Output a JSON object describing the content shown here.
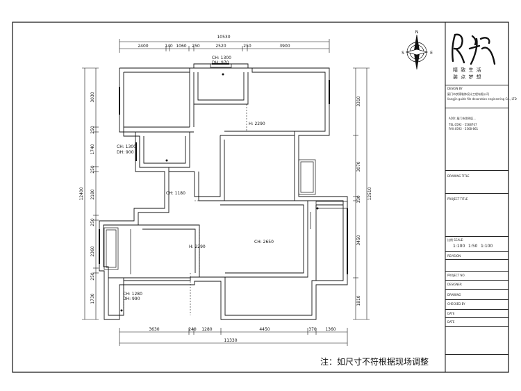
{
  "dimensions": {
    "top_total": "10530",
    "top_segments": [
      "2400",
      "140",
      "1060",
      "250",
      "2520",
      "250",
      "3900"
    ],
    "bottom_segments": [
      "3630",
      "240",
      "1280",
      "4450",
      "370",
      "1360"
    ],
    "bottom_total": "11330",
    "left_total": "12400",
    "left_segments": [
      "3030",
      "250",
      "1740",
      "250",
      "2180",
      "250",
      "2360",
      "250",
      "1730"
    ],
    "right_total": "12510",
    "right_segments": [
      "3310",
      "3070",
      "130",
      "3450",
      "1810"
    ]
  },
  "plan_labels": {
    "ch1": "CH: 1300",
    "dh1": "DH: 970",
    "ch2": "CH: 1300",
    "dh2": "DH: 900",
    "ch3": "CH: 1280",
    "dh3": "DH: 990",
    "ch_living": "CH: 2650",
    "corridor": "CH: 1180",
    "dim_2290a": "H: 2290",
    "dim_2290b": "H: 2290"
  },
  "compass": {
    "n": "N",
    "s": "S",
    "e": "E"
  },
  "title_block": {
    "motto": [
      "精 致 生 活",
      "装 点 梦 想"
    ],
    "design_label": "DESIGN BY",
    "company_cn": "厦门市良锦装饰设计工程有限公司",
    "company_en": "liangjin guide file decoration engineering Co., LTD",
    "address": "ADD: 厦门市思明区...",
    "tel": "TEL:0592 - 5568707",
    "fax": "FAX:0592 - 5568-861",
    "drawing_label": "DRAWING TITLE",
    "project_label": "PROJECT TITLE",
    "scale_row": "比例 SCALE:",
    "scale_values": [
      "1:100",
      "1:50",
      "1:100"
    ],
    "revision_label": "REVISION",
    "project_no": "PROJECT NO.",
    "designer": "DESIGNER",
    "drawing_by": "DRAWING",
    "checked_by": "CHECKED BY",
    "date": "DATE",
    "date2": "DATE"
  },
  "note": "注：如尺寸不符根据现场调整"
}
